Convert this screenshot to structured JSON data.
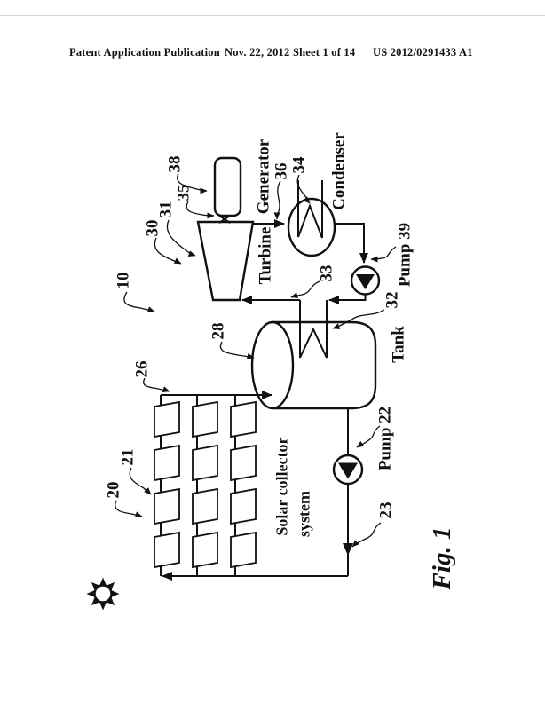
{
  "page_header": {
    "publication": "Patent Application Publication",
    "date": "Nov. 22, 2012",
    "sheet": "Sheet 1 of 14",
    "patent_number": "US 2012/0291433 A1"
  },
  "figure": {
    "caption": "Fig. 1",
    "labels": {
      "system_ref": "10",
      "turbine_group_ref": "30",
      "turbine_ref": "31",
      "shaft_ref": "35",
      "generator_ref": "38",
      "generator": "Generator",
      "turbine": "Turbine",
      "turbine_exhaust_ref": "36",
      "condenser_coil_ref": "34",
      "condenser": "Condenser",
      "pump39": "Pump 39",
      "steam_line_ref": "33",
      "hx_inlet_ref": "32",
      "tank": "Tank",
      "tank_ref": "28",
      "header_line_ref": "26",
      "collector_ref": "21",
      "collector_array_ref": "20",
      "solar_system_line1": "Solar collector",
      "solar_system_line2": "system",
      "pump22": "Pump 22",
      "return_line_ref": "23"
    }
  }
}
